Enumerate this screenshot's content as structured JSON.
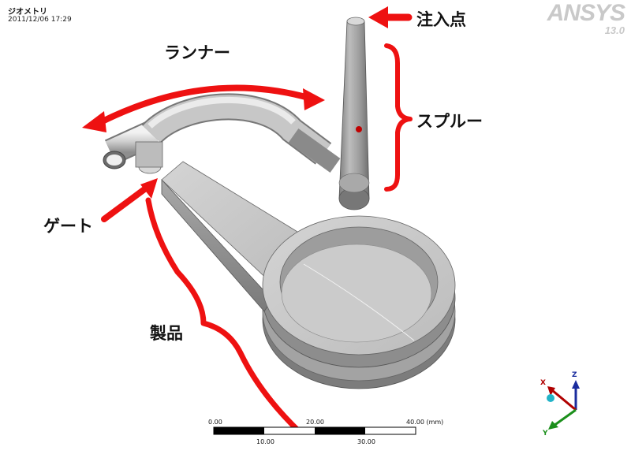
{
  "header": {
    "title": "ジオメトリ",
    "date": "2011/12/06 17:29"
  },
  "brand": {
    "logo": "ANSYS",
    "version": "13.0"
  },
  "callouts": {
    "injection_point": "注入点",
    "runner": "ランナー",
    "sprue": "スプルー",
    "gate": "ゲート",
    "product": "製品"
  },
  "scale_bar": {
    "top_labels": [
      "0.00",
      "20.00",
      "40.00 (mm)"
    ],
    "bottom_labels": [
      "10.00",
      "30.00"
    ]
  },
  "triad": {
    "x": "X",
    "y": "Y",
    "z": "Z"
  },
  "colors": {
    "annotation": "#ee1111",
    "model": "#b9b9b9",
    "brand": "#c9c9c9"
  }
}
